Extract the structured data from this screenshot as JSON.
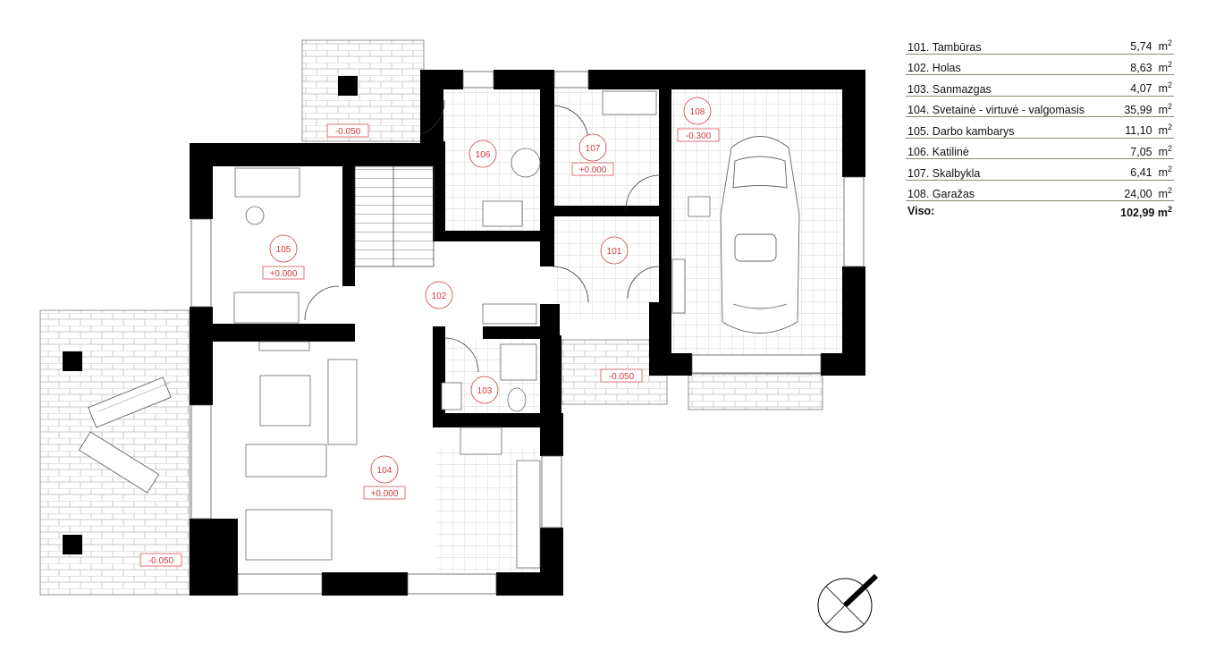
{
  "rooms": [
    {
      "no": "101",
      "name": "Tambūras",
      "area": "5,74",
      "unit": "m",
      "sup": "2"
    },
    {
      "no": "102",
      "name": "Holas",
      "area": "8,63",
      "unit": "m",
      "sup": "2"
    },
    {
      "no": "103",
      "name": "Sanmazgas",
      "area": "4,07",
      "unit": "m",
      "sup": "2"
    },
    {
      "no": "104",
      "name": "Svetainė - virtuvė - valgomasis",
      "area": "35,99",
      "unit": "m",
      "sup": "2"
    },
    {
      "no": "105",
      "name": "Darbo kambarys",
      "area": "11,10",
      "unit": "m",
      "sup": "2"
    },
    {
      "no": "106",
      "name": "Katilinė",
      "area": "7,05",
      "unit": "m",
      "sup": "2"
    },
    {
      "no": "107",
      "name": "Skalbykla",
      "area": "6,41",
      "unit": "m",
      "sup": "2"
    },
    {
      "no": "108",
      "name": "Garažas",
      "area": "24,00",
      "unit": "m",
      "sup": "2"
    }
  ],
  "legend_rows": [
    "101. Tambūras",
    "102. Holas",
    "103. Sanmazgas",
    "104. Svetainė - virtuvė - valgomasis",
    "105. Darbo kambarys",
    "106. Katilinė",
    "107. Skalbykla",
    "108. Garažas"
  ],
  "total": {
    "label": "Viso:",
    "value": "102,99",
    "unit": "m",
    "sup": "2"
  },
  "plan_labels": {
    "r101": "101",
    "r102": "102",
    "r103": "103",
    "r104": "104",
    "r105": "105",
    "r106": "106",
    "r107": "107",
    "r108": "108"
  },
  "levels": {
    "terrace_top": "-0.050",
    "garage": "-0.300",
    "laundry": "+0.000",
    "office": "+0.000",
    "entrance": "-0.050",
    "living": "+0.000",
    "terrace_left": "-0.050"
  },
  "colors": {
    "wall": "#000000",
    "label": "#d23a3a",
    "tile": "#c9c9c9",
    "legend_line": "#8a8a6a"
  }
}
